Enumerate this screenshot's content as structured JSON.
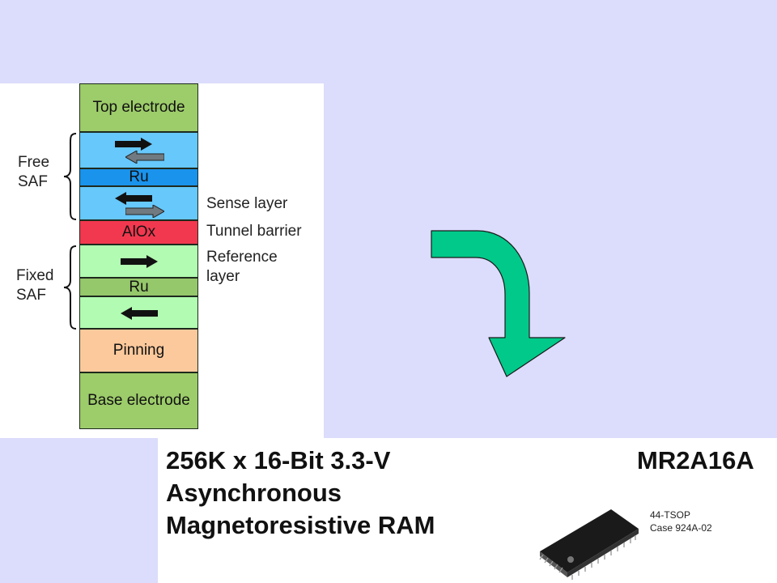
{
  "colors": {
    "background": "#dcdcfc",
    "electrode": "#9dcc6a",
    "free_layer": "#66c8fb",
    "ru_free": "#1a93ec",
    "tunnel_barrier": "#f2384f",
    "fixed_layer": "#b2fbb2",
    "ru_fixed": "#95c76b",
    "pinning": "#fcc99c",
    "curved_arrow": "#00c989"
  },
  "stack": {
    "layers": [
      {
        "key": "top_electrode",
        "label": "Top electrode"
      },
      {
        "key": "free_top",
        "label": "",
        "arrows": [
          "right-black",
          "left-gray"
        ]
      },
      {
        "key": "ru_free",
        "label": "Ru"
      },
      {
        "key": "free_bottom",
        "label": "",
        "arrows": [
          "left-black",
          "right-gray"
        ]
      },
      {
        "key": "tunnel",
        "label": "AlOx"
      },
      {
        "key": "fixed_top",
        "label": "",
        "arrows": [
          "right-black"
        ]
      },
      {
        "key": "ru_fixed",
        "label": "Ru"
      },
      {
        "key": "fixed_bottom",
        "label": "",
        "arrows": [
          "left-black"
        ]
      },
      {
        "key": "pinning",
        "label": "Pinning"
      },
      {
        "key": "base_electrode",
        "label": "Base electrode"
      }
    ],
    "left_labels": {
      "free": "Free\nSAF",
      "fixed": "Fixed\nSAF"
    },
    "right_labels": {
      "sense": "Sense layer",
      "tunnel": "Tunnel barrier",
      "reference": "Reference\nlayer"
    }
  },
  "datasheet": {
    "title_lines": [
      "256K x 16-Bit 3.3-V",
      "Asynchronous",
      "Magnetoresistive RAM"
    ],
    "part_number": "MR2A16A",
    "package_lines": [
      "44-TSOP",
      "Case 924A-02"
    ],
    "chip_icon": "tsop-chip-icon"
  },
  "flow_arrow_icon": "curved-down-arrow-icon"
}
